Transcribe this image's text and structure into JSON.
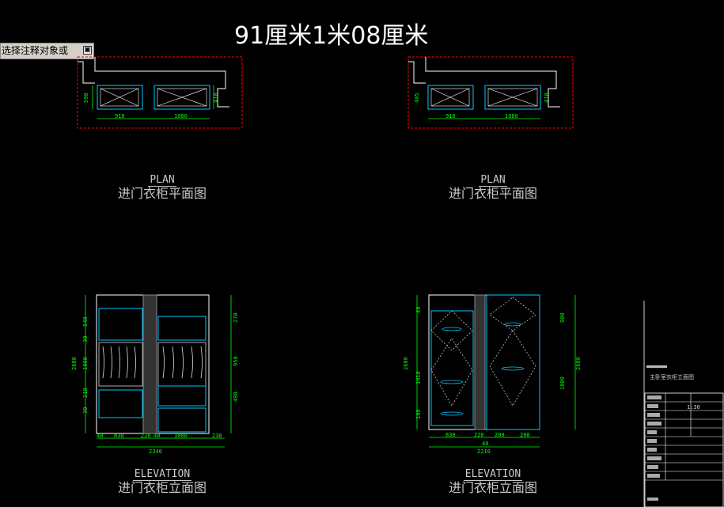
{
  "header": {
    "title": "91厘米1米08厘米"
  },
  "popup": {
    "label": "选择注释对象或",
    "button_glyph": "▣"
  },
  "views": [
    {
      "id": "plan-left",
      "en": "PLAN",
      "cn": "进门衣柜平面图",
      "dims": {
        "w1": "910",
        "w2": "1080",
        "h1": "590",
        "h2": "410"
      }
    },
    {
      "id": "plan-right",
      "en": "PLAN",
      "cn": "进门衣柜平面图",
      "dims": {
        "w1": "910",
        "w2": "1080",
        "h1": "405",
        "h2": "410"
      }
    },
    {
      "id": "elev-left",
      "en": "ELEVATION",
      "cn": "进门衣柜立面图",
      "dims": {
        "total": "2340",
        "a": "40",
        "b": "830",
        "c": "220",
        "d": "40",
        "e": "1000",
        "f": "230",
        "height": "2680",
        "l1": "540",
        "l2": "30",
        "l3": "1000",
        "l4": "210",
        "l5": "30",
        "r1": "270",
        "r2": "950",
        "r3": "490"
      }
    },
    {
      "id": "elev-right",
      "en": "ELEVATION",
      "cn": "进门衣柜立面图",
      "dims": {
        "total": "2210",
        "a": "830",
        "b": "220",
        "c": "200",
        "d": "200",
        "e": "40",
        "height": "2680",
        "l1": "40",
        "l2": "1410",
        "l3": "100",
        "r1": "900",
        "r2": "1000",
        "r3": "2680"
      }
    }
  ],
  "title_block": {
    "drawing_name": "主卧室衣柜立面图",
    "scale": "1:30"
  },
  "colors": {
    "line": "#ffffff",
    "dim_green": "#00ff00",
    "red_dash": "#ff0000",
    "cyan": "#00c8ff",
    "bg": "#000000"
  }
}
